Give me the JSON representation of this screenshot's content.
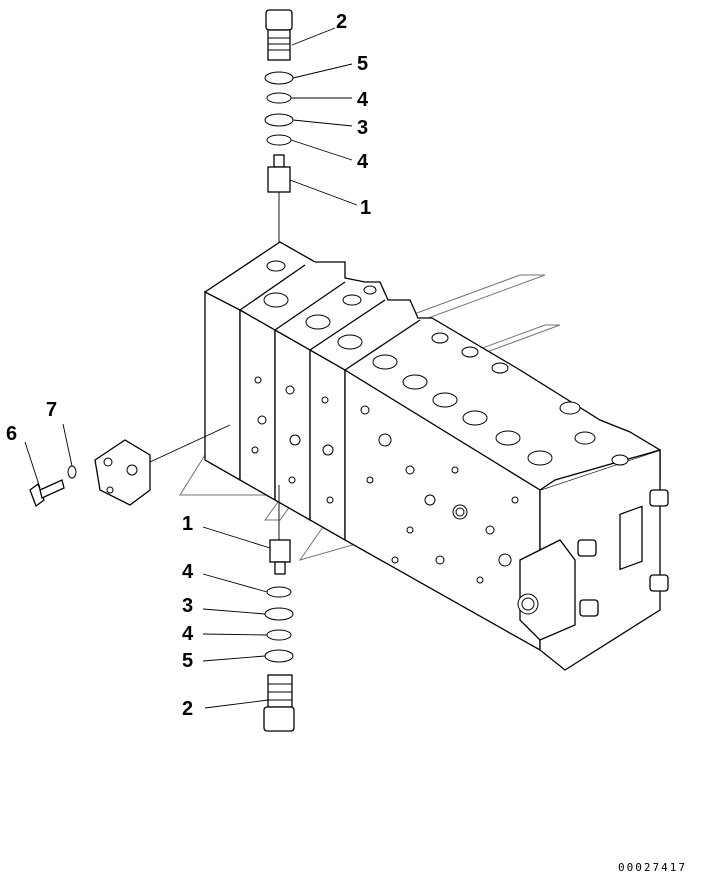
{
  "callouts": {
    "top_2": "2",
    "top_5": "5",
    "top_4a": "4",
    "top_3": "3",
    "top_4b": "4",
    "top_1": "1",
    "left_7": "7",
    "left_6": "6",
    "bot_1": "1",
    "bot_4a": "4",
    "bot_3": "3",
    "bot_4b": "4",
    "bot_5": "5",
    "bot_2": "2"
  },
  "drawing_number": "00027417",
  "colors": {
    "ink": "#000000",
    "paper": "#ffffff"
  }
}
